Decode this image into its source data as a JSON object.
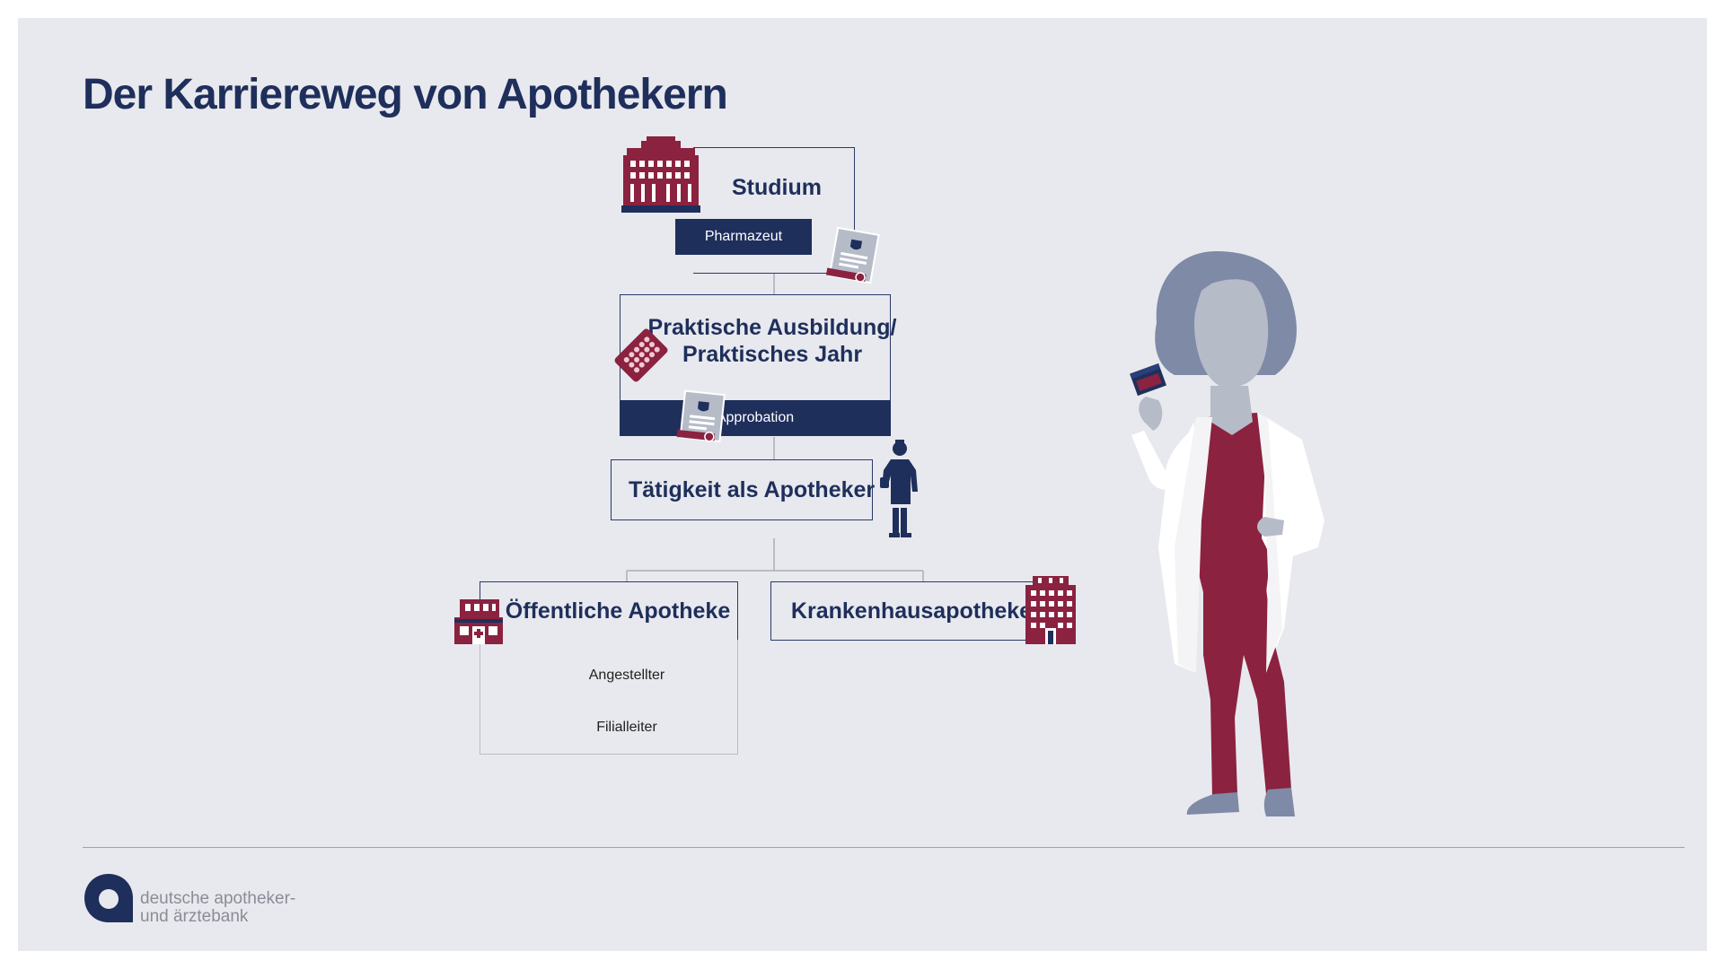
{
  "title": "Der Karriereweg von Apothekern",
  "nodes": {
    "studium": {
      "title": "Studium",
      "bar": "Pharmazeut"
    },
    "ausbildung": {
      "title_line1": "Praktische Ausbildung/",
      "title_line2": "Praktisches Jahr",
      "bar": "Approbation"
    },
    "taetigkeit": {
      "title": "Tätigkeit als Apotheker"
    },
    "oeffentliche": {
      "title": "Öffentliche Apotheke",
      "steps": [
        "Angestellter",
        "Filialleiter"
      ]
    },
    "krankenhaus": {
      "title": "Krankenhausapotheke"
    }
  },
  "logo": {
    "line1": "deutsche apotheker-",
    "line2": "und ärztebank"
  },
  "colors": {
    "navy": "#1f2f5c",
    "burgundy": "#8b2240",
    "gray_blue": "#7e8aa6",
    "light_gray": "#b6bbc8",
    "background": "#e8e9ee"
  },
  "icons": [
    "university-building-icon",
    "certificate-icon",
    "pill-blister-icon",
    "doctor-silhouette-icon",
    "pharmacy-building-icon",
    "hospital-building-icon",
    "pharmacist-illustration"
  ]
}
